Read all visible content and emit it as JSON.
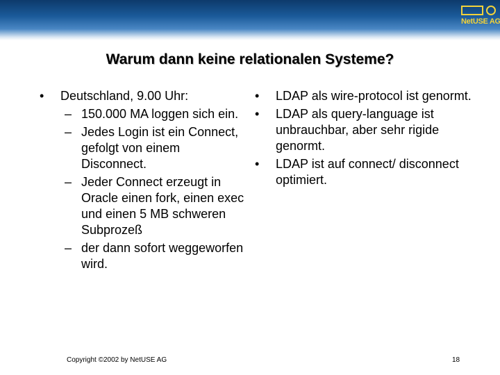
{
  "brand": {
    "logo_text": "NetUSE AG",
    "colors": {
      "header_dark": "#0d3a6b",
      "header_mid": "#4a87c4",
      "logo_yellow": "#f2d23a"
    }
  },
  "slide": {
    "title": "Warum dann keine relationalen Systeme?",
    "bullet_glyph": "•",
    "dash_glyph": "–",
    "left_column": {
      "heading": "Deutschland, 9.00 Uhr:",
      "subitems": [
        "150.000 MA loggen sich ein.",
        "Jedes Login ist ein Connect, gefolgt von einem Disconnect.",
        "Jeder Connect erzeugt in Oracle einen fork, einen exec und einen 5 MB schweren Subprozeß",
        "der dann sofort weggeworfen wird."
      ]
    },
    "right_column": {
      "items": [
        "LDAP als wire-protocol ist genormt.",
        "LDAP als query-language ist unbrauchbar, aber sehr rigide genormt.",
        "LDAP ist auf connect/ disconnect optimiert."
      ]
    }
  },
  "footer": {
    "copyright": "Copyright ©2002 by NetUSE AG",
    "page_number": "18"
  }
}
